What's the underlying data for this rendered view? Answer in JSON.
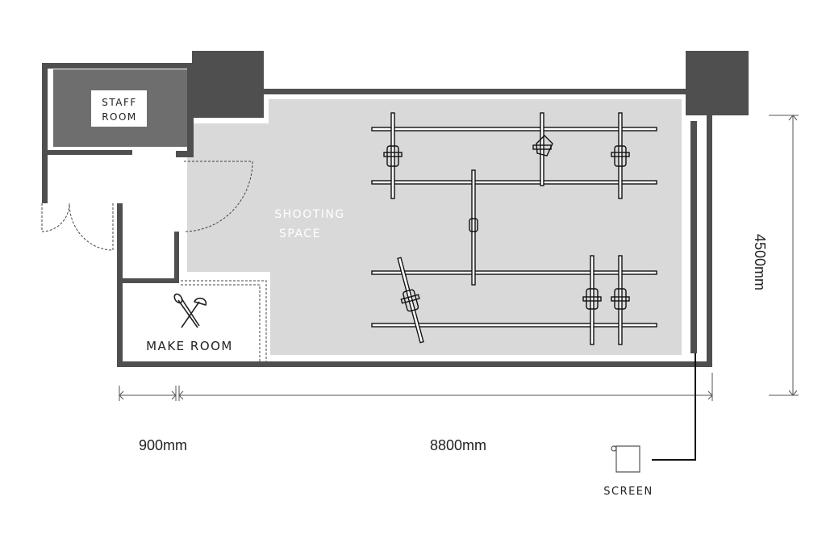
{
  "title": "Studio floor plan",
  "rooms": {
    "staff_room": [
      "STAFF",
      "ROOM"
    ],
    "shooting_space": [
      "SHOOTING",
      "SPACE"
    ],
    "make_room": "MAKE ROOM"
  },
  "dimensions": {
    "make_room_width": "900mm",
    "studio_length": "8800mm",
    "studio_depth": "4500mm"
  },
  "legend": {
    "screen": "SCREEN"
  },
  "colors": {
    "wall": "#4f4f4f",
    "staff_room_fill": "#6e6e6e",
    "shooting_floor": "#d9d9d9"
  },
  "icons": [
    "scissors-comb-icon",
    "screen-roll-icon",
    "lighting-stand-icon"
  ]
}
